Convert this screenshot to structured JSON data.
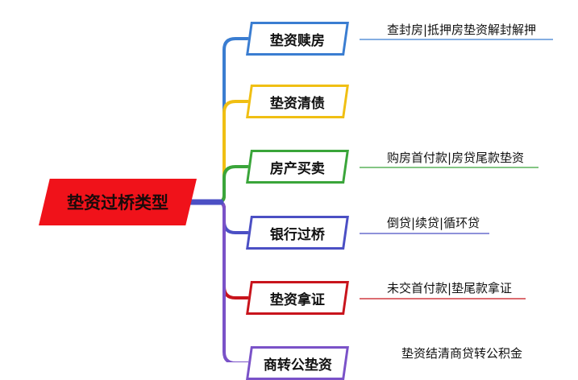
{
  "root": {
    "label": "垫资过桥类型",
    "color": "#f0121a"
  },
  "branches": [
    {
      "label": "垫资赎房",
      "note": "查封房|抵押房垫资解封解押",
      "color": "#3a7dd1"
    },
    {
      "label": "垫资清债",
      "note": "",
      "color": "#f0bf13"
    },
    {
      "label": "房产买卖",
      "note": "购房首付款|房贷尾款垫资",
      "color": "#3aa53a"
    },
    {
      "label": "银行过桥",
      "note": "倒贷|续贷|循环贷",
      "color": "#4b4fc4"
    },
    {
      "label": "垫资拿证",
      "note": "未交首付款|垫尾款拿证",
      "color": "#c8141c"
    },
    {
      "label": "商转公垫资",
      "note": "垫资结清商贷转公积金",
      "color": "#7a52c8"
    }
  ]
}
